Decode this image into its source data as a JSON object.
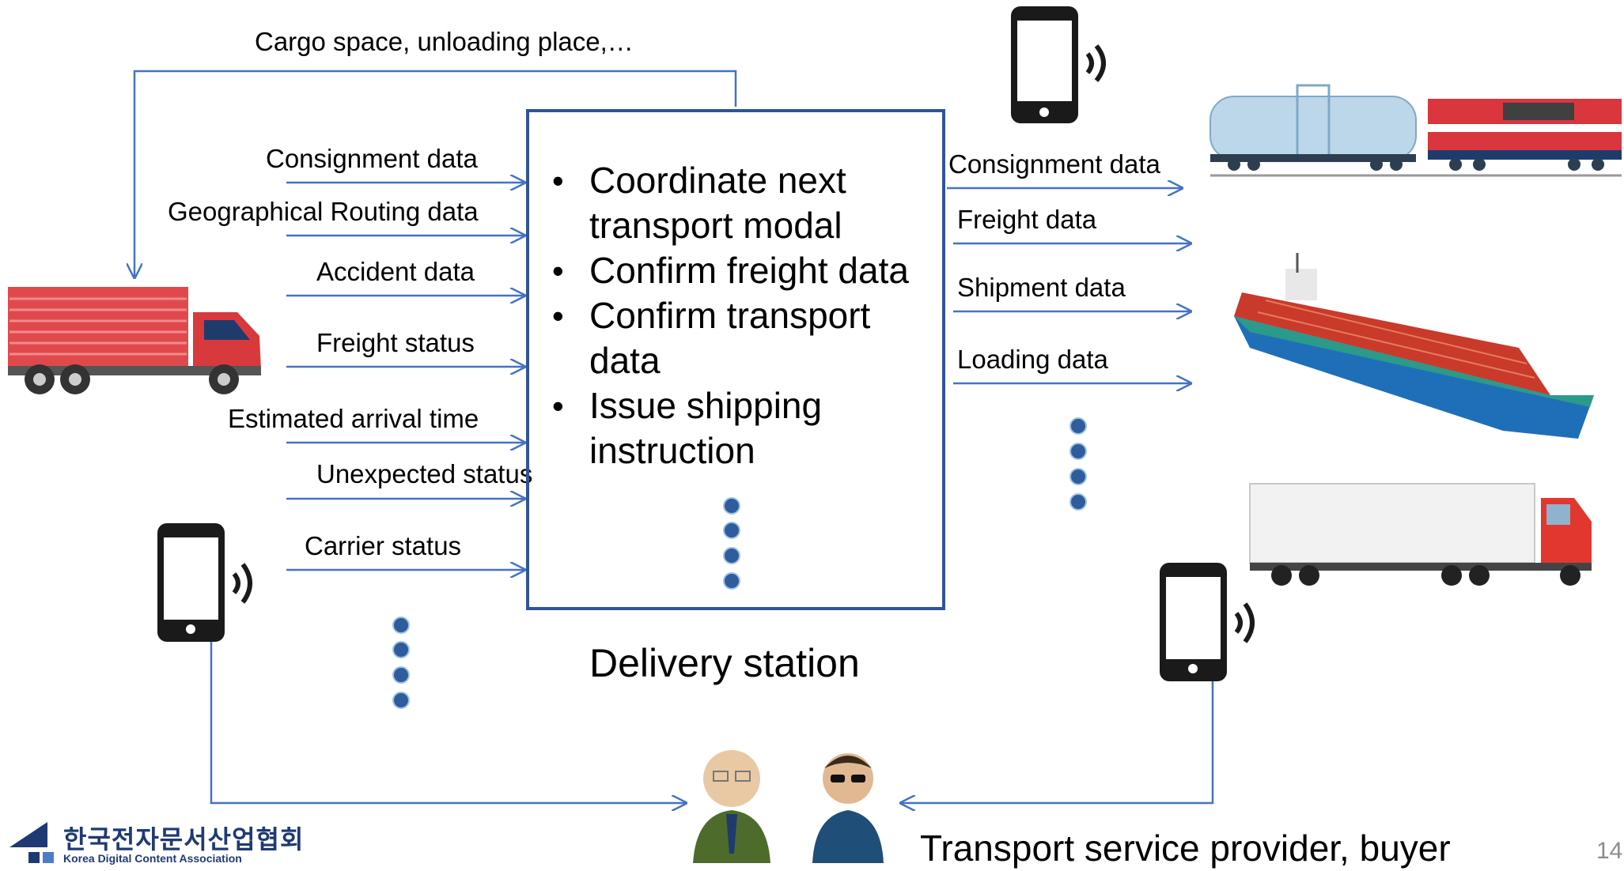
{
  "top_feedback_label": "Cargo space, unloading place,…",
  "inputs": [
    "Consignment data",
    "Geographical Routing data",
    "Accident data",
    "Freight status",
    "Estimated arrival time",
    "Unexpected status",
    "Carrier status"
  ],
  "station": {
    "tasks": [
      "Coordinate next transport modal",
      "Confirm freight data",
      "Confirm transport data",
      "Issue shipping instruction"
    ],
    "name": "Delivery station"
  },
  "outputs": [
    "Consignment data",
    "Freight data",
    "Shipment data",
    "Loading data"
  ],
  "bottom_label": "Transport service provider, buyer",
  "logo": {
    "korean": "한국전자문서산업협회",
    "english": "Korea Digital Content Association"
  },
  "page_number": "14",
  "colors": {
    "arrow": "#4472c4",
    "box_border": "#2f5597",
    "dot": "#2e5c9c"
  },
  "icons": [
    "red-truck-icon",
    "smartphone-icon",
    "train-icon",
    "container-ship-icon",
    "semi-trailer-truck-icon",
    "person-icon",
    "logo-icon"
  ]
}
